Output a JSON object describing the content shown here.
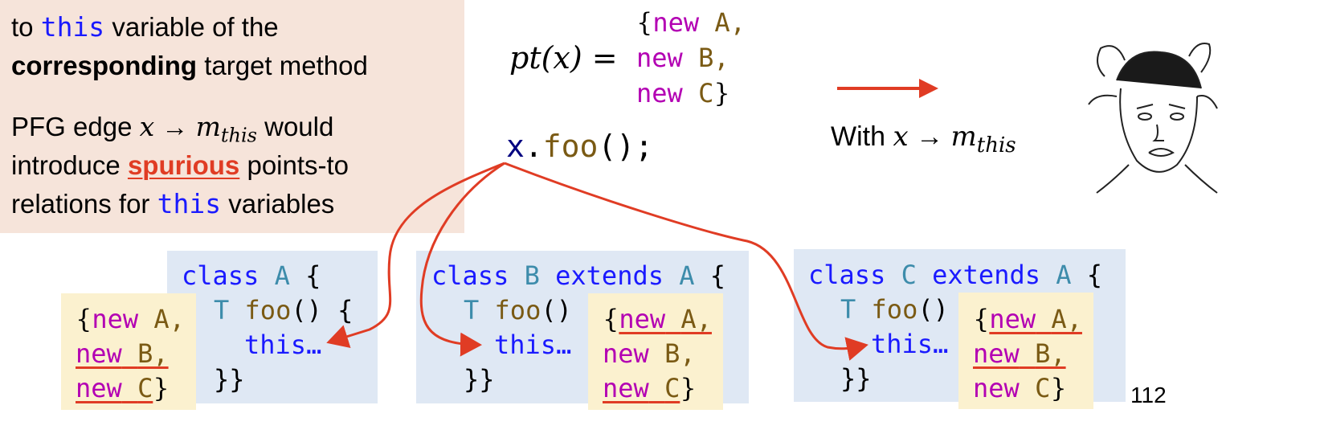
{
  "note": {
    "line1_pre": "to ",
    "line1_kw": "this",
    "line1_post": " variable of the",
    "line2_bold": "corresponding",
    "line2_post": " target method",
    "line3_pre": "PFG edge ",
    "line3_x": "x",
    "line3_arrow": "→",
    "line3_m": "m",
    "line3_sub": "this",
    "line3_post": " would",
    "line4_pre": "introduce ",
    "line4_spur": "spurious",
    "line4_post": " points-to",
    "line5_pre": "relations for ",
    "line5_kw": "this",
    "line5_post": " variables"
  },
  "pt": {
    "lhs": "pt(x) =",
    "open_brace": "{",
    "close_brace": "}",
    "new_kw": "new",
    "items": [
      "A,",
      "B,",
      "C"
    ]
  },
  "call": {
    "var": "x",
    "dot": ".",
    "method": "foo",
    "rest": "();"
  },
  "with_text": {
    "prefix": "With ",
    "x": "x",
    "arrow": "→",
    "m": "m",
    "sub": "this"
  },
  "class_a": {
    "kw_class": "class",
    "name": "A",
    "brace": "{",
    "t": "T",
    "foo": "foo",
    "sig": "() {",
    "this": "this…",
    "end": "}}"
  },
  "class_b": {
    "kw_class": "class",
    "name": "B",
    "kw_extends": "extends",
    "parent": "A",
    "brace": "{",
    "t": "T",
    "foo": "foo",
    "sig": "()",
    "this": "this…",
    "end": "}}"
  },
  "class_c": {
    "kw_class": "class",
    "name": "C",
    "kw_extends": "extends",
    "parent": "A",
    "brace": "{",
    "t": "T",
    "foo": "foo",
    "sig": "()",
    "this": "this…",
    "end": "}}"
  },
  "set_labels": {
    "open": "{",
    "close": "}",
    "new_kw": "new",
    "a": "A,",
    "b": "B,",
    "c": "C"
  },
  "page_number": "112",
  "colors": {
    "note_bg": "#f6e4da",
    "code_bg": "#dfe8f4",
    "set_bg": "#fbf1cf",
    "arrow_red": "#e03c24",
    "keyword_blue": "#1a1aff",
    "new_purple": "#b300b3"
  }
}
